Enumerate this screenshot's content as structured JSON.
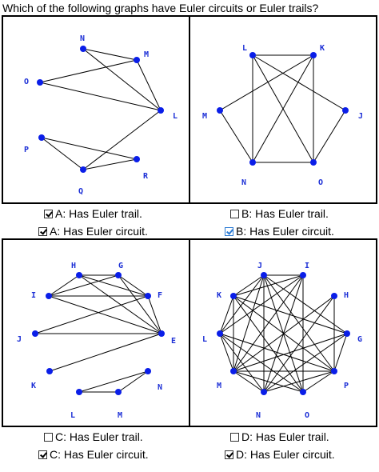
{
  "question": "Which of the following graphs have Euler circuits or Euler trails?",
  "graphs": {
    "A": {
      "labels": [
        "N",
        "M",
        "O",
        "L",
        "P",
        "R",
        "Q"
      ],
      "options": [
        {
          "text": "A: Has Euler trail.",
          "checked": true
        },
        {
          "text": "A: Has Euler circuit.",
          "checked": true
        }
      ]
    },
    "B": {
      "labels": [
        "L",
        "K",
        "M",
        "J",
        "N",
        "O"
      ],
      "options": [
        {
          "text": "B: Has Euler trail.",
          "checked": false
        },
        {
          "text": "B: Has Euler circuit.",
          "checked": true,
          "style": "blue"
        }
      ]
    },
    "C": {
      "labels": [
        "H",
        "G",
        "I",
        "F",
        "J",
        "E",
        "K",
        "N",
        "L",
        "M"
      ],
      "options": [
        {
          "text": "C: Has Euler trail.",
          "checked": false
        },
        {
          "text": "C: Has Euler circuit.",
          "checked": true
        }
      ]
    },
    "D": {
      "labels": [
        "J",
        "I",
        "K",
        "H",
        "L",
        "G",
        "M",
        "P",
        "N",
        "O"
      ],
      "options": [
        {
          "text": "D: Has Euler trail.",
          "checked": false
        },
        {
          "text": "D: Has Euler circuit.",
          "checked": true
        }
      ]
    }
  },
  "colors": {
    "node": "#0a1ee8",
    "label": "#1c2fd6",
    "accent_check": "#2a7ad4"
  }
}
